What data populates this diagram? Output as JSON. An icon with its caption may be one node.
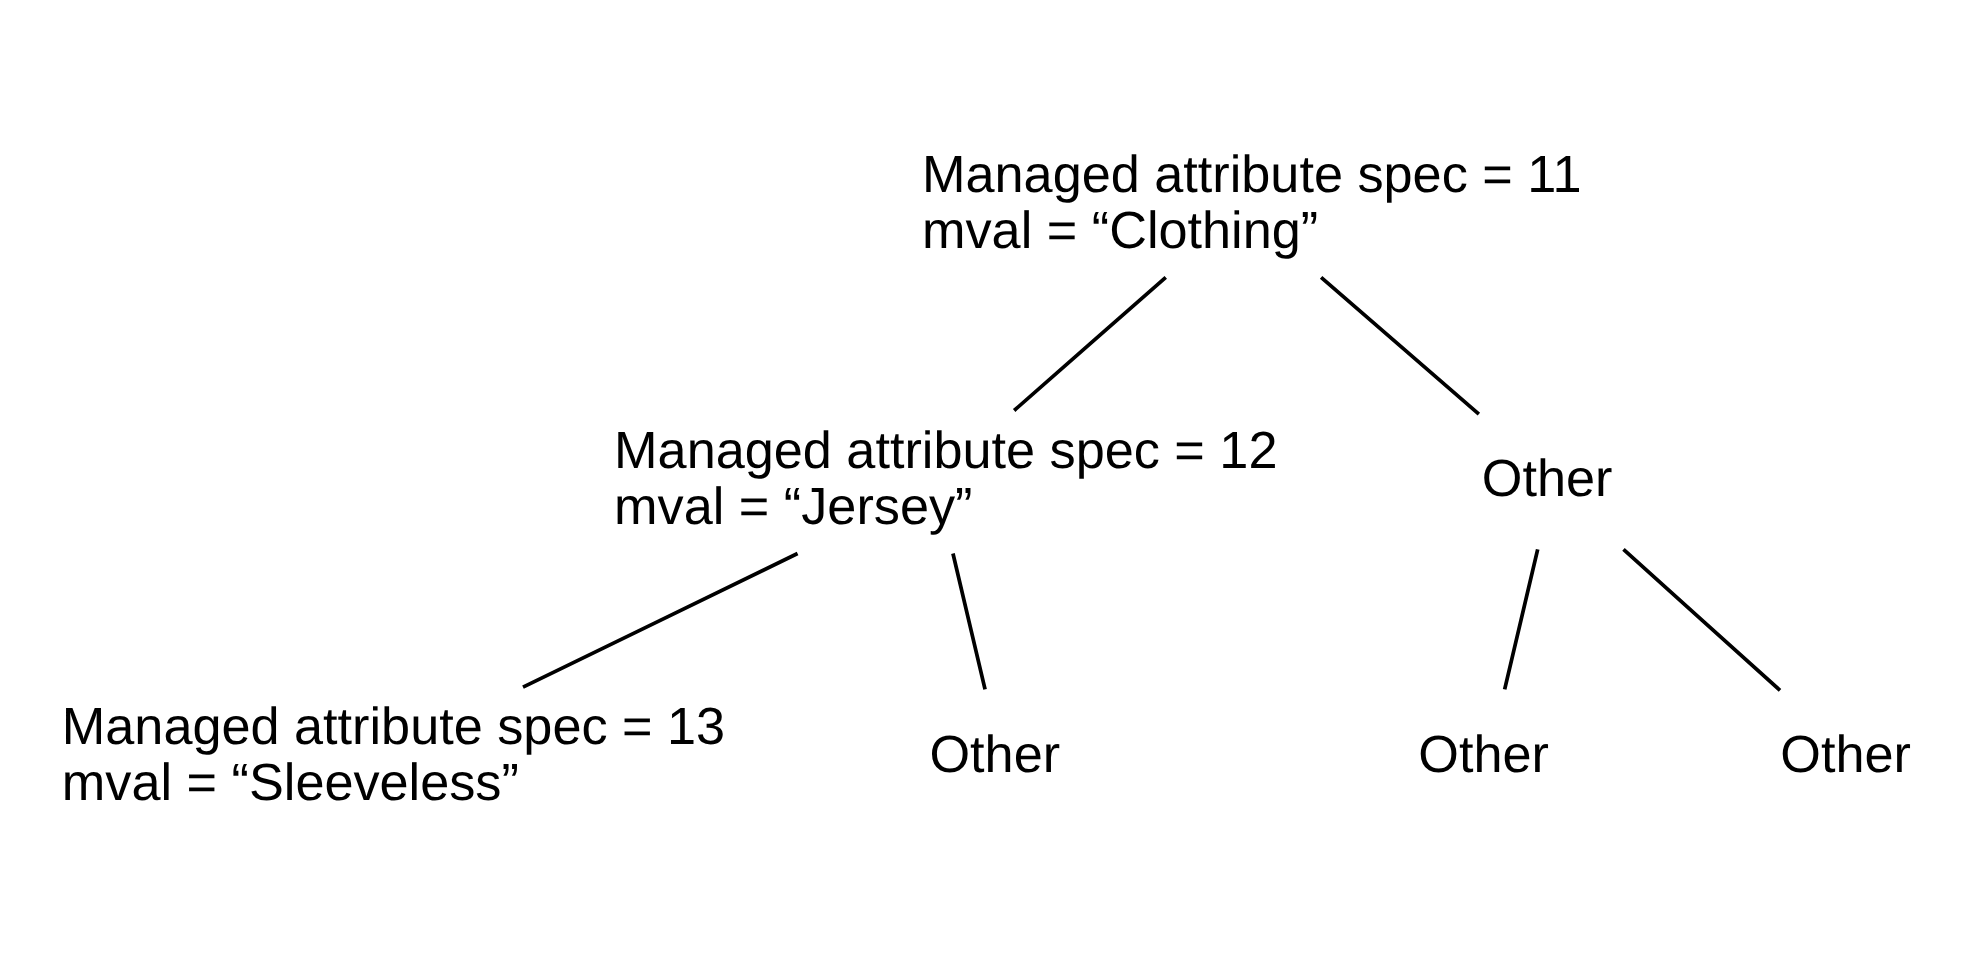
{
  "diagram": {
    "nodes": [
      {
        "text": [
          "Managed attribute spec = 11",
          "mval = “Clothing”"
        ]
      },
      {
        "text": [
          "Managed attribute spec = 12",
          "mval = “Jersey”"
        ]
      },
      {
        "text": [
          "Other"
        ]
      },
      {
        "text": [
          "Managed attribute spec = 13",
          "mval = “Sleeveless”"
        ]
      },
      {
        "text": [
          "Other"
        ]
      },
      {
        "text": [
          "Other"
        ]
      },
      {
        "text": [
          "Other"
        ]
      }
    ],
    "edges": [
      {
        "from": 0,
        "to": 1,
        "arrow": "none"
      },
      {
        "from": 0,
        "to": 2,
        "arrow": "none"
      },
      {
        "from": 1,
        "to": 3,
        "arrow": "none"
      },
      {
        "from": 1,
        "to": 4,
        "arrow": "none"
      },
      {
        "from": 2,
        "to": 5,
        "arrow": "none"
      },
      {
        "from": 2,
        "to": 6,
        "arrow": "none"
      }
    ]
  }
}
